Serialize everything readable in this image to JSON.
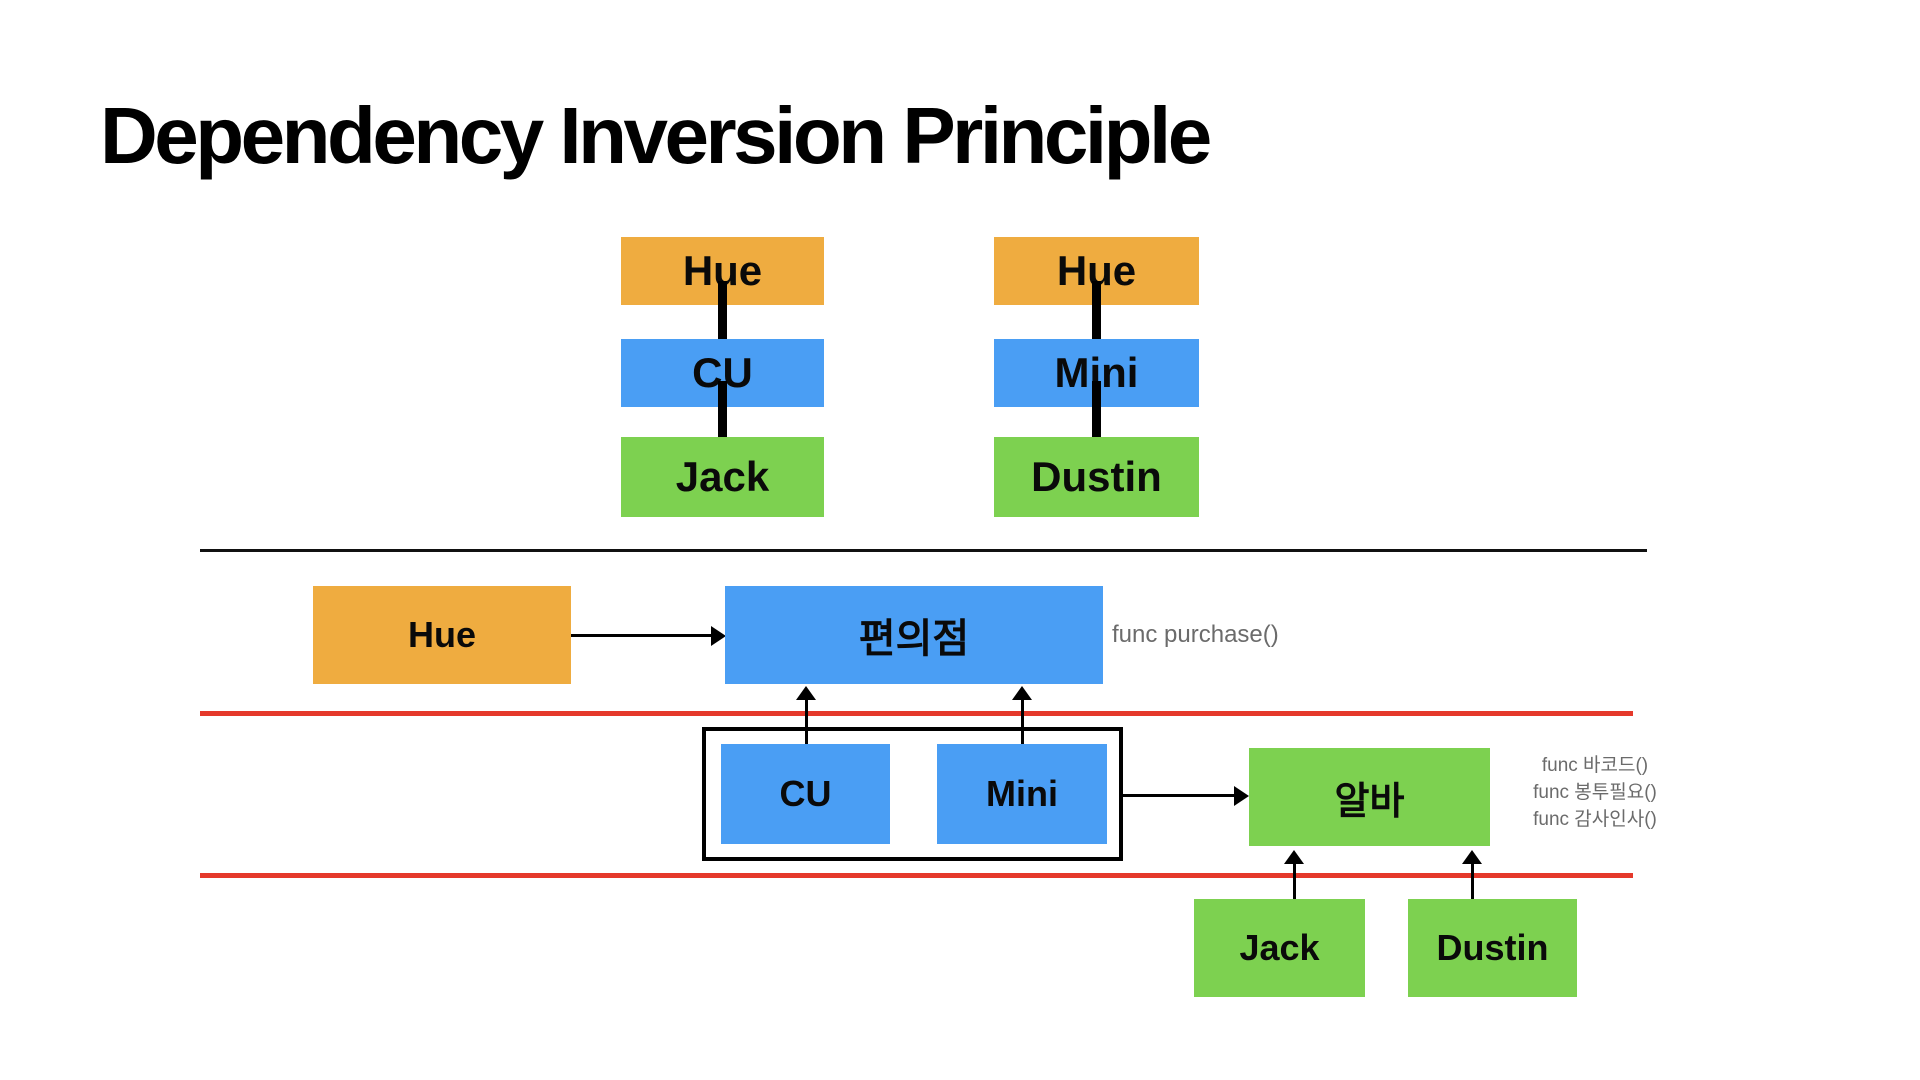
{
  "slide_title": "Dependency Inversion Principle",
  "colors": {
    "orange": "#EFAC40",
    "blue": "#4A9EF4",
    "green": "#7DD150",
    "red_line": "#E5392B",
    "annotation_gray": "#6B6B6B"
  },
  "top_diagram": {
    "chains": [
      {
        "boxes": [
          {
            "label": "Hue"
          },
          {
            "label": "CU"
          },
          {
            "label": "Jack"
          }
        ]
      },
      {
        "boxes": [
          {
            "label": "Hue"
          },
          {
            "label": "Mini"
          },
          {
            "label": "Dustin"
          }
        ]
      }
    ]
  },
  "bottom_diagram": {
    "client_box": "Hue",
    "store_box": "편의점",
    "store_annotation": "func purchase()",
    "abstraction_boxes": {
      "left": "CU",
      "right": "Mini"
    },
    "worker_box": "알바",
    "worker_annotations": [
      "func 바코드()",
      "func 봉투필요()",
      "func 감사인사()"
    ],
    "implementation_boxes": {
      "left": "Jack",
      "right": "Dustin"
    }
  }
}
